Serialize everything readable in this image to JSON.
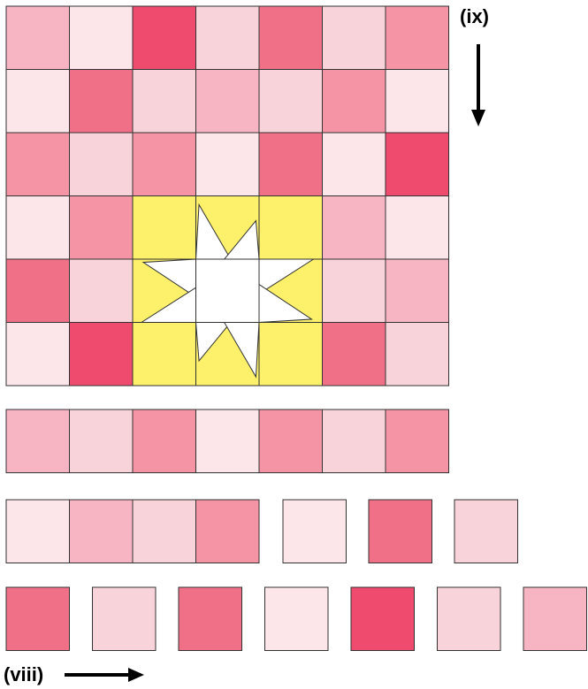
{
  "labels": {
    "top_right": "(ix)",
    "bottom_left": "(viii)"
  },
  "colors": {
    "pale": "#fde6ea",
    "light": "#f9d3da",
    "soft": "#f7b5c4",
    "medium": "#f494a5",
    "deep": "#f07088",
    "strong": "#ef4b6e",
    "yellow": "#fdf06a",
    "white": "#ffffff",
    "outline": "#333333"
  },
  "block_grid": [
    [
      "soft",
      "pale",
      "strong",
      "light",
      "deep",
      "light",
      "medium"
    ],
    [
      "pale",
      "deep",
      "light",
      "soft",
      "light",
      "medium",
      "pale"
    ],
    [
      "medium",
      "light",
      "medium",
      "pale",
      "deep",
      "pale",
      "strong"
    ],
    [
      "pale",
      "medium",
      "star",
      "star",
      "star",
      "soft",
      "pale"
    ],
    [
      "deep",
      "light",
      "star",
      "star",
      "star",
      "light",
      "soft"
    ],
    [
      "pale",
      "strong",
      "star",
      "star",
      "star",
      "deep",
      "light"
    ]
  ],
  "row_strip": [
    "soft",
    "light",
    "medium",
    "pale",
    "medium",
    "light",
    "medium"
  ],
  "partial_row": [
    "pale",
    "soft",
    "light",
    "medium",
    "pale",
    "deep",
    "light"
  ],
  "loose_squares": [
    "deep",
    "light",
    "deep",
    "pale",
    "strong",
    "light",
    "soft"
  ]
}
